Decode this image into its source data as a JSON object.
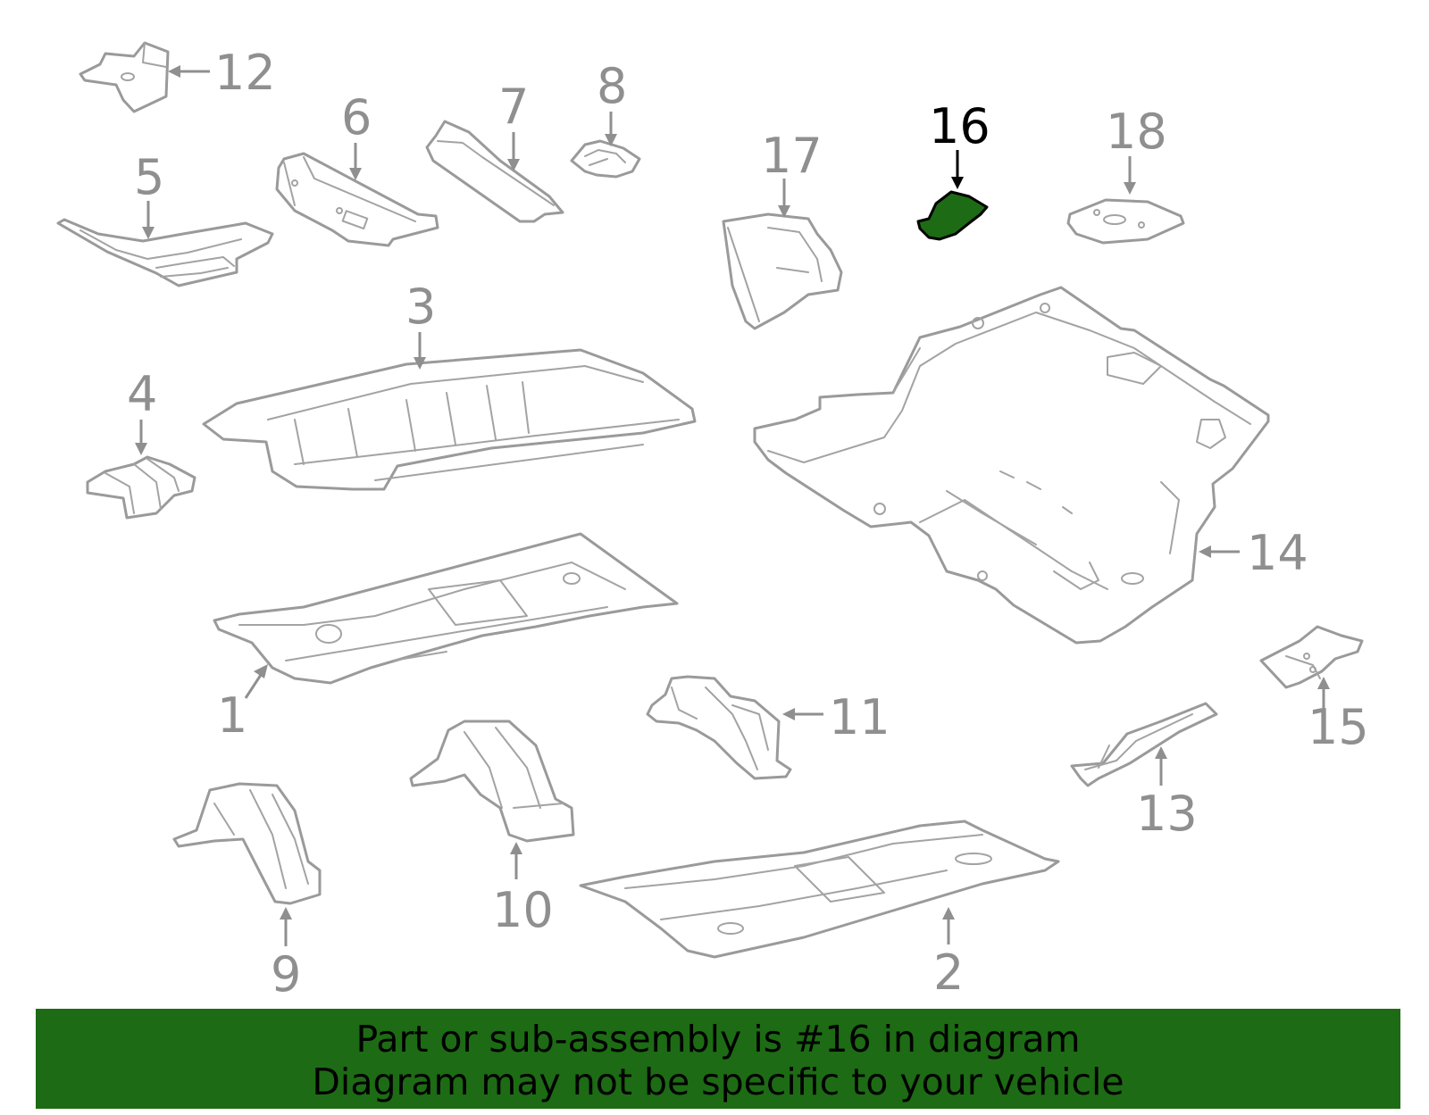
{
  "callouts": {
    "c1": "1",
    "c2": "2",
    "c3": "3",
    "c4": "4",
    "c5": "5",
    "c6": "6",
    "c7": "7",
    "c8": "8",
    "c9": "9",
    "c10": "10",
    "c11": "11",
    "c12": "12",
    "c13": "13",
    "c14": "14",
    "c15": "15",
    "c16": "16",
    "c17": "17",
    "c18": "18"
  },
  "highlighted_part": "16",
  "colors": {
    "highlight": "#1d6b14",
    "line": "#9a9a9a",
    "banner": "#1d6b14"
  },
  "banner": {
    "line1": "Part or sub-assembly is #16 in diagram",
    "line2": "Diagram may not be specific to your vehicle"
  }
}
